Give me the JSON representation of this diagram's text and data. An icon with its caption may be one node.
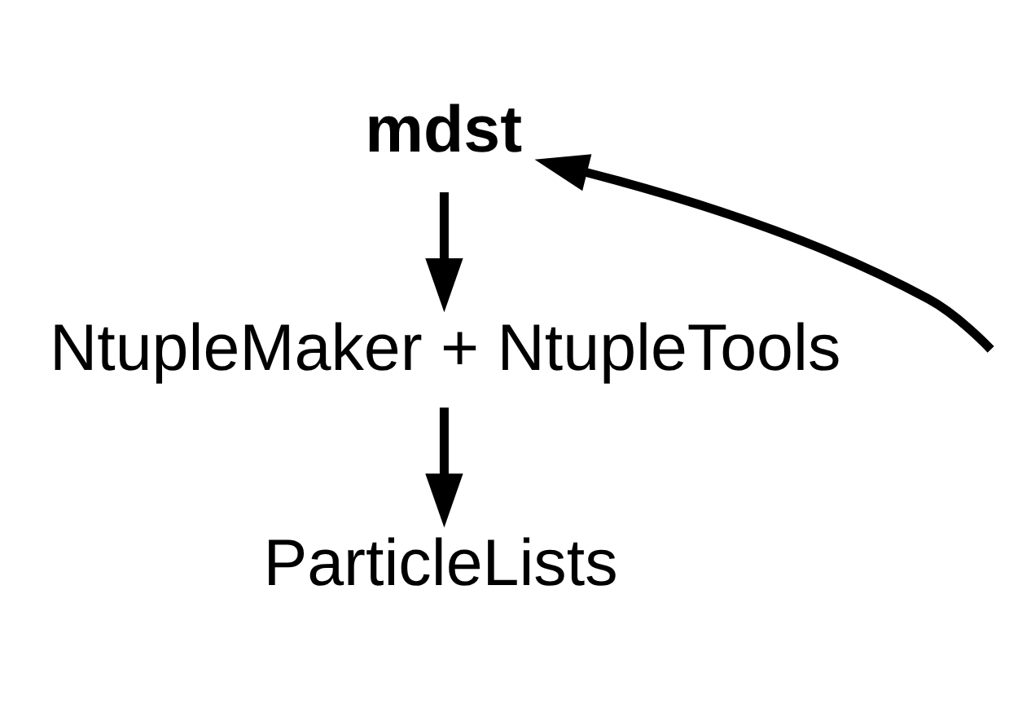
{
  "diagram": {
    "nodes": [
      {
        "text": [
          "mdst"
        ]
      },
      {
        "text": [
          "NtupleMaker + NtupleTools"
        ]
      },
      {
        "text": [
          "ParticleLists"
        ]
      }
    ],
    "edges": [
      {
        "from": null,
        "to": 0,
        "arrow": "to"
      },
      {
        "from": 0,
        "to": 1,
        "arrow": "to"
      },
      {
        "from": 1,
        "to": 2,
        "arrow": "to"
      }
    ]
  }
}
